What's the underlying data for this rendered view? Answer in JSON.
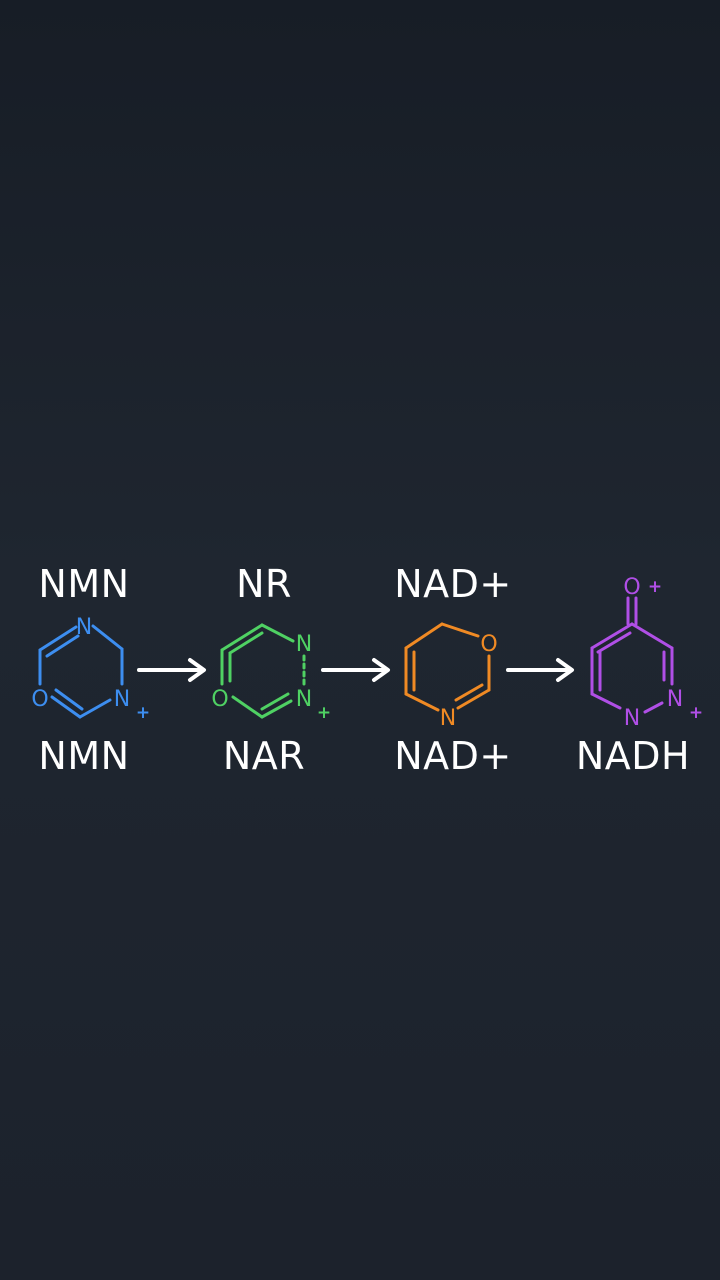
{
  "molecules": [
    {
      "top_label": "NMN",
      "bottom_label": "NMN",
      "color": "#3d8ef0",
      "icon": "pyrimidine-ring-icon",
      "atoms": [
        "N",
        "O",
        "N"
      ],
      "charge": "+"
    },
    {
      "top_label": "NR",
      "bottom_label": "NAR",
      "color": "#4fd163",
      "icon": "triazine-ring-icon",
      "atoms": [
        "N",
        "O",
        "N"
      ],
      "charge": "+"
    },
    {
      "top_label": "NAD+",
      "bottom_label": "NAD+",
      "color": "#f08a24",
      "icon": "oxazine-ring-icon",
      "atoms": [
        "O",
        "N"
      ],
      "charge": ""
    },
    {
      "top_label": "",
      "bottom_label": "NADH",
      "color": "#b04fe6",
      "icon": "pyridazinone-ring-icon",
      "atoms": [
        "O",
        "N",
        "N"
      ],
      "charge": "+",
      "carbonyl_charge": "+"
    }
  ],
  "arrows": [
    {
      "icon": "right-arrow-icon",
      "color": "#ffffff"
    },
    {
      "icon": "right-arrow-icon",
      "color": "#ffffff"
    },
    {
      "icon": "right-arrow-icon",
      "color": "#ffffff"
    }
  ]
}
